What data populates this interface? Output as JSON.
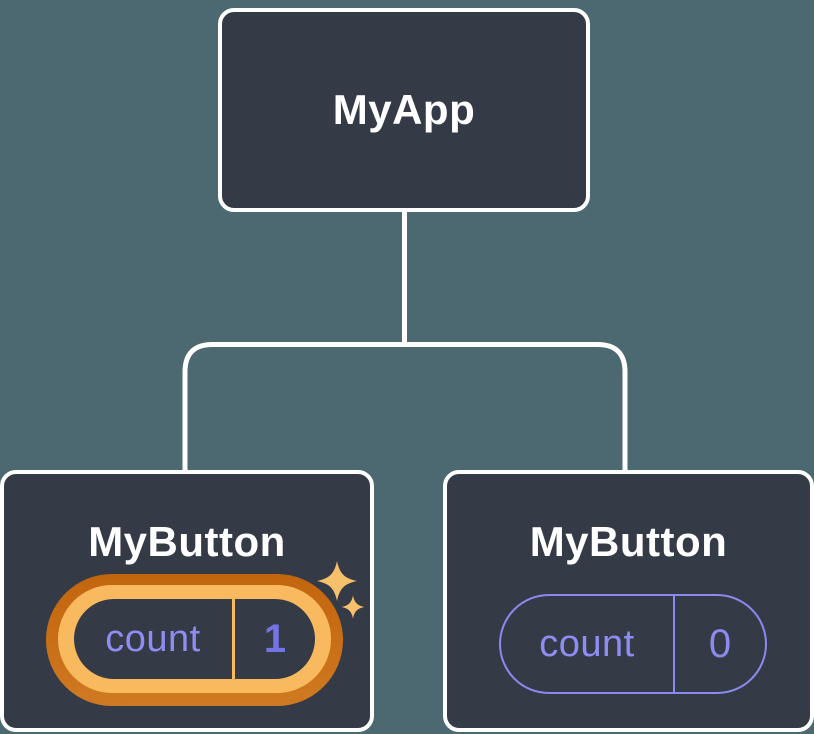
{
  "diagram": {
    "title": "react-component-tree",
    "root": {
      "label": "MyApp"
    },
    "children": [
      {
        "label": "MyButton",
        "state": {
          "key": "count",
          "value": "1"
        },
        "highlighted": true
      },
      {
        "label": "MyButton",
        "state": {
          "key": "count",
          "value": "0"
        },
        "highlighted": false
      }
    ],
    "colors": {
      "background": "#4c6870",
      "node_fill": "#353b46",
      "node_border": "#ffffff",
      "connector": "#ffffff",
      "state_text": "#8d8df2",
      "state_value_highlight": "#7474e6",
      "state_outline": "#8a8af0",
      "highlight_ring_outer": "#c66d14",
      "highlight_ring_inner": "#f9ba5f",
      "sparkle": "#f7c06a"
    }
  }
}
